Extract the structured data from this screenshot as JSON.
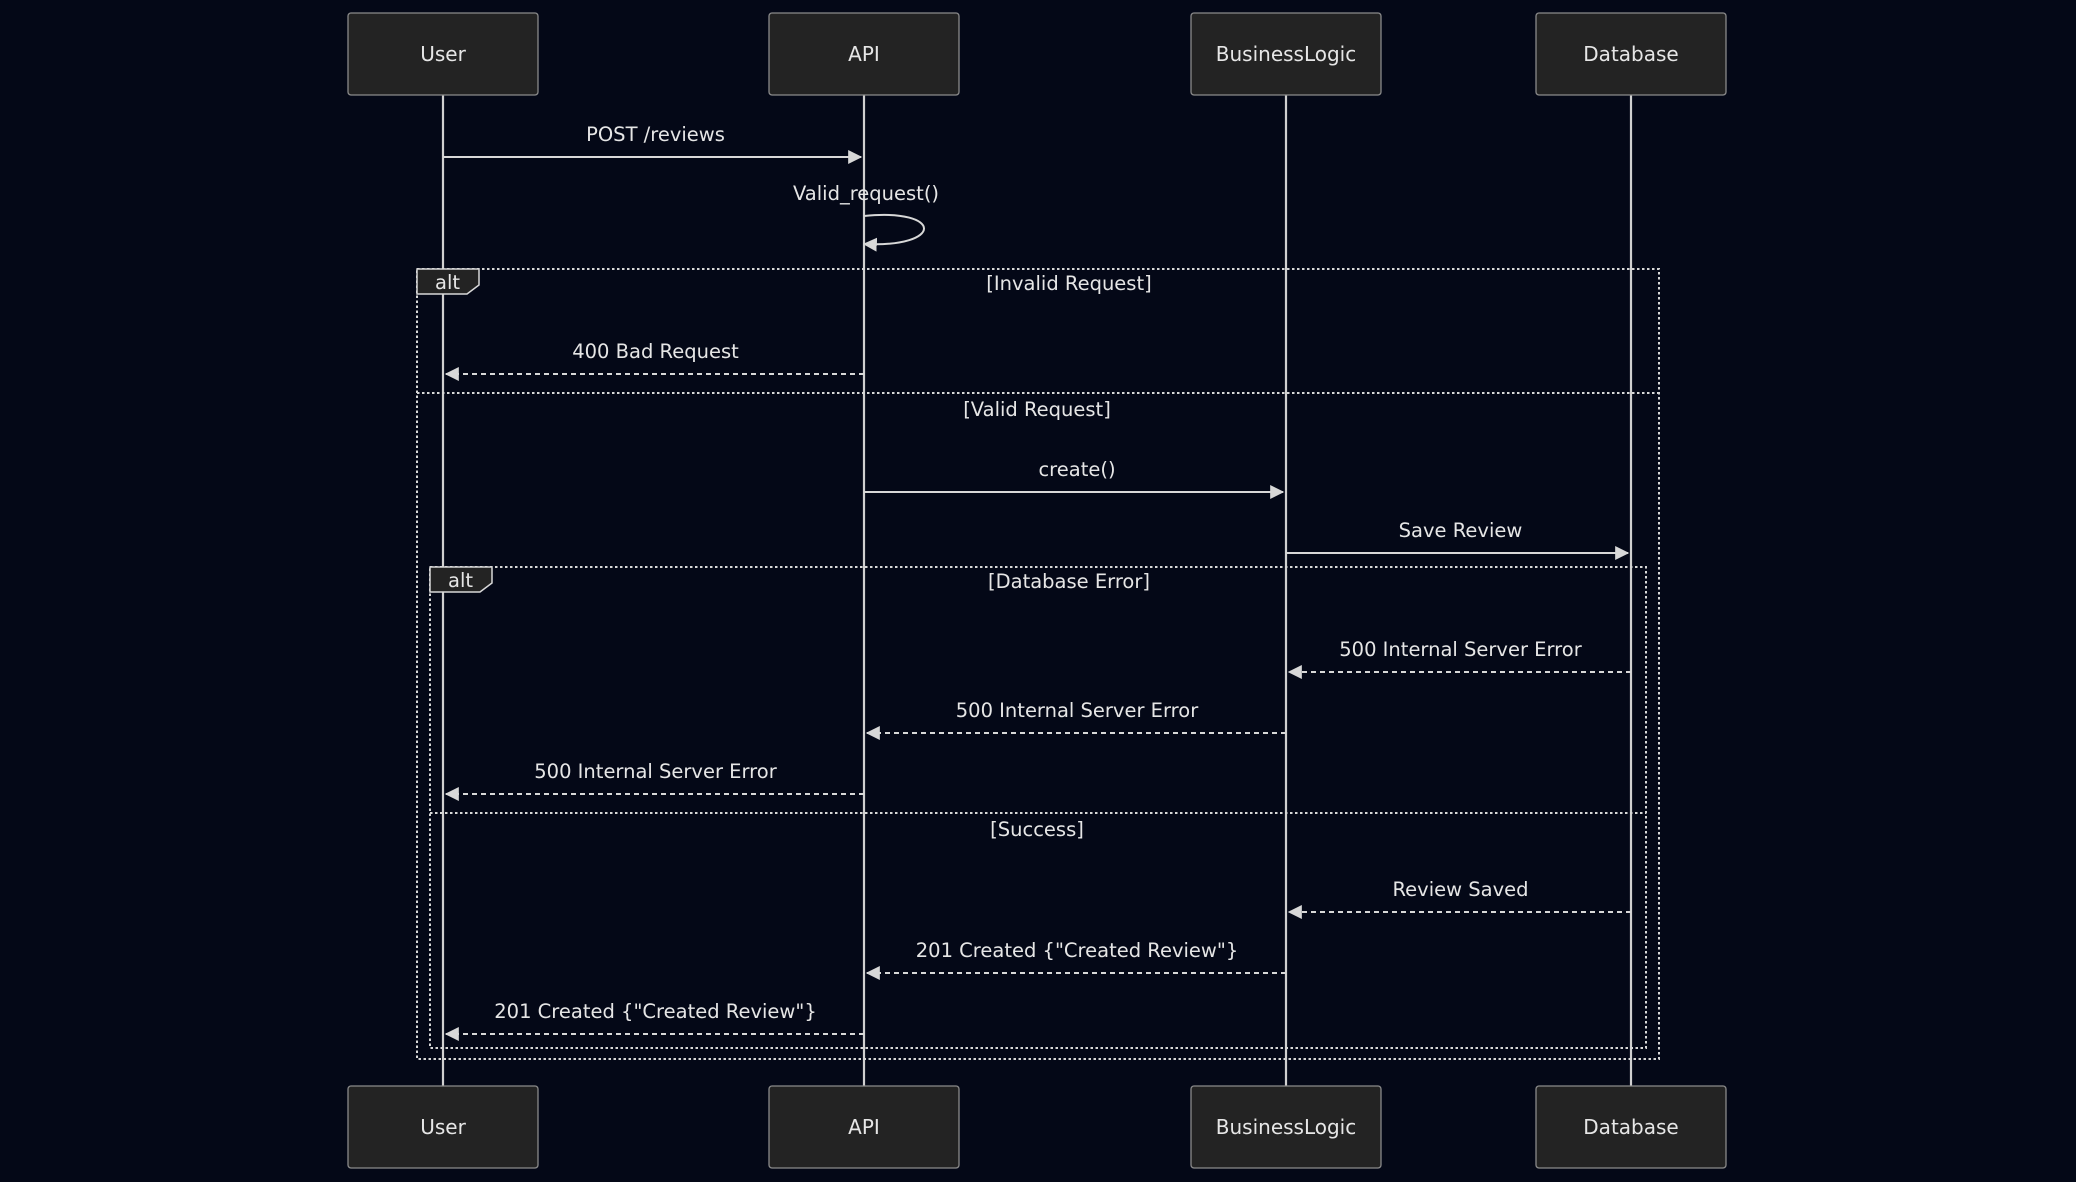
{
  "participants": [
    "User",
    "API",
    "BusinessLogic",
    "Database"
  ],
  "messages": [
    {
      "from": "User",
      "to": "API",
      "text": "POST /reviews",
      "dashed": false
    },
    {
      "from": "API",
      "to": "API",
      "text": "Valid_request()",
      "dashed": false,
      "self": true
    },
    {
      "from": "API",
      "to": "User",
      "text": "400 Bad Request",
      "dashed": true
    },
    {
      "from": "API",
      "to": "BusinessLogic",
      "text": "create()",
      "dashed": false
    },
    {
      "from": "BusinessLogic",
      "to": "Database",
      "text": "Save Review",
      "dashed": false
    },
    {
      "from": "Database",
      "to": "BusinessLogic",
      "text": "500 Internal Server Error",
      "dashed": true
    },
    {
      "from": "BusinessLogic",
      "to": "API",
      "text": "500 Internal Server Error",
      "dashed": true
    },
    {
      "from": "API",
      "to": "User",
      "text": "500 Internal Server Error",
      "dashed": true
    },
    {
      "from": "Database",
      "to": "BusinessLogic",
      "text": "Review Saved",
      "dashed": true
    },
    {
      "from": "BusinessLogic",
      "to": "API",
      "text": "201 Created {\"Created Review\"}",
      "dashed": true
    },
    {
      "from": "API",
      "to": "User",
      "text": "201 Created {\"Created Review\"}",
      "dashed": true
    }
  ],
  "fragments": [
    {
      "label": "alt",
      "sections": [
        "[Invalid Request]",
        "[Valid Request]"
      ]
    },
    {
      "label": "alt",
      "sections": [
        "[Database Error]",
        "[Success]"
      ]
    }
  ]
}
